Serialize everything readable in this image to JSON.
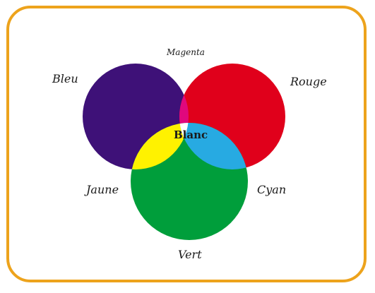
{
  "diagram": {
    "labels": {
      "blue": "Bleu",
      "red": "Rouge",
      "green": "Vert",
      "magenta": "Magenta",
      "yellow": "Jaune",
      "cyan": "Cyan",
      "white": "Blanc"
    },
    "colors": {
      "frame": "#eda31c",
      "blue": "#3e1178",
      "red": "#e0001b",
      "green": "#009e3b",
      "magenta": "#e0087d",
      "yellow": "#fff200",
      "cyan": "#27aae2",
      "white": "#ffffff"
    }
  }
}
